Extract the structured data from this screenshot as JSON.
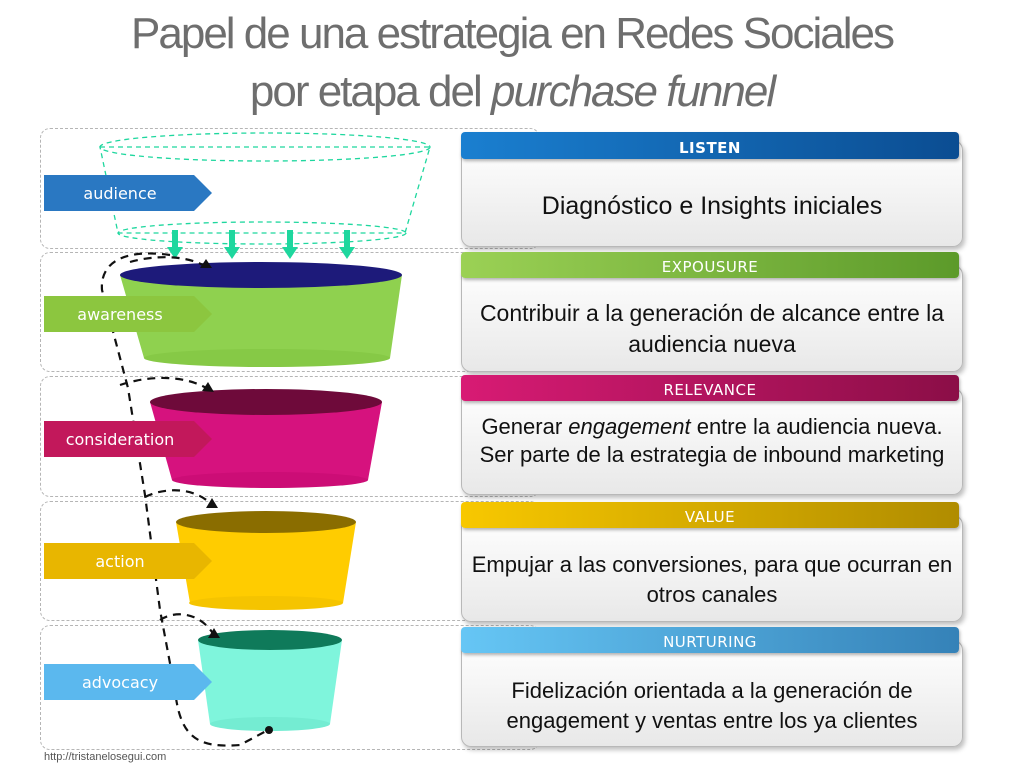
{
  "title": {
    "line1": "Papel de una estrategia en Redes Sociales",
    "line2_prefix": "por etapa del ",
    "line2_italic": "purchase funnel"
  },
  "stages": [
    {
      "label": "audience",
      "label_color": "#2a78c2",
      "header": "LISTEN",
      "header_color": "#1565b0",
      "text_parts": [
        {
          "t": "Diagnóstico e Insights iniciales"
        }
      ]
    },
    {
      "label": "awareness",
      "label_color": "#8cc63f",
      "header": "EXPOUSURE",
      "header_color": "#7ab93b",
      "funnel_color": "#8fd14f",
      "funnel_top_color": "#1d1a7a",
      "text_parts": [
        {
          "t": "Contribuir a la generación de alcance entre la audiencia nueva"
        }
      ]
    },
    {
      "label": "consideration",
      "label_color": "#c2185b",
      "header": "RELEVANCE",
      "header_color": "#c2185b",
      "funnel_color": "#d6127e",
      "funnel_top_color": "#6e0a3a",
      "text_parts": [
        {
          "t": "Generar "
        },
        {
          "t": "engagement",
          "i": true
        },
        {
          "t": " entre la audiencia nueva. Ser parte de la estrategia de inbound marketing"
        }
      ]
    },
    {
      "label": "action",
      "label_color": "#e8b600",
      "header": "VALUE",
      "header_color": "#eab800",
      "funnel_color": "#ffcc00",
      "funnel_top_color": "#8a6d00",
      "text_parts": [
        {
          "t": "Empujar a las conversiones, para que ocurran en otros canales"
        }
      ]
    },
    {
      "label": "advocacy",
      "label_color": "#5bb8ee",
      "header": "NURTURING",
      "header_color": "#5bb8ee",
      "funnel_color": "#7ff5dc",
      "funnel_top_color": "#0f7a5a",
      "text_parts": [
        {
          "t": "Fidelización orientada a la generación de engagement y ventas entre los ya clientes"
        }
      ]
    }
  ],
  "arrow_color": "#1ed79e",
  "credit": "http://tristanelosegui.com"
}
